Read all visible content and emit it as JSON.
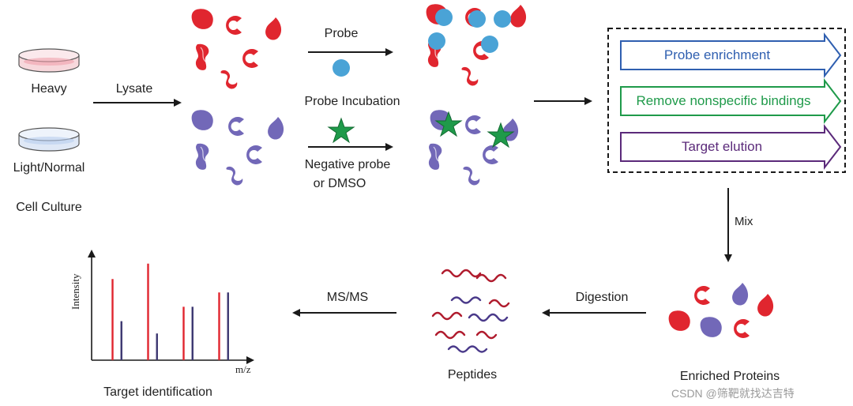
{
  "labels": {
    "heavy": "Heavy",
    "light_normal": "Light/Normal",
    "cell_culture": "Cell Culture",
    "lysate": "Lysate",
    "probe": "Probe",
    "probe_incubation": "Probe Incubation",
    "negative_probe_line1": "Negative probe",
    "negative_probe_line2": "or DMSO",
    "mix": "Mix",
    "digestion": "Digestion",
    "ms_ms": "MS/MS",
    "peptides": "Peptides",
    "enriched_proteins": "Enriched Proteins",
    "target_identification": "Target identification",
    "y_axis_intensity": "Intensity",
    "x_axis_mz": "m/z",
    "watermark": "CSDN @筛靶就找达吉特"
  },
  "workflow_steps": [
    {
      "label": "Probe enrichment",
      "color": "#2f5fb0"
    },
    {
      "label": "Remove nonspecific bindings",
      "color": "#1f9a4a"
    },
    {
      "label": "Target elution",
      "color": "#5b2a7a"
    }
  ],
  "colors": {
    "heavy_protein": "#e0262f",
    "light_protein": "#7268b8",
    "probe": "#4aa3d6",
    "negative_probe": "#1f9a4a",
    "arrow": "#1a1a1a"
  },
  "ms_spectrum": {
    "peaks": [
      {
        "mz": 1,
        "intensity": 0.79,
        "label": "heavy"
      },
      {
        "mz": 1.5,
        "intensity": 0.38,
        "label": "light"
      },
      {
        "mz": 3,
        "intensity": 0.94,
        "label": "heavy"
      },
      {
        "mz": 3.5,
        "intensity": 0.26,
        "label": "light"
      },
      {
        "mz": 5,
        "intensity": 0.52,
        "label": "heavy"
      },
      {
        "mz": 5.5,
        "intensity": 0.52,
        "label": "light"
      },
      {
        "mz": 7,
        "intensity": 0.66,
        "label": "heavy"
      },
      {
        "mz": 7.5,
        "intensity": 0.66,
        "label": "light"
      }
    ]
  }
}
